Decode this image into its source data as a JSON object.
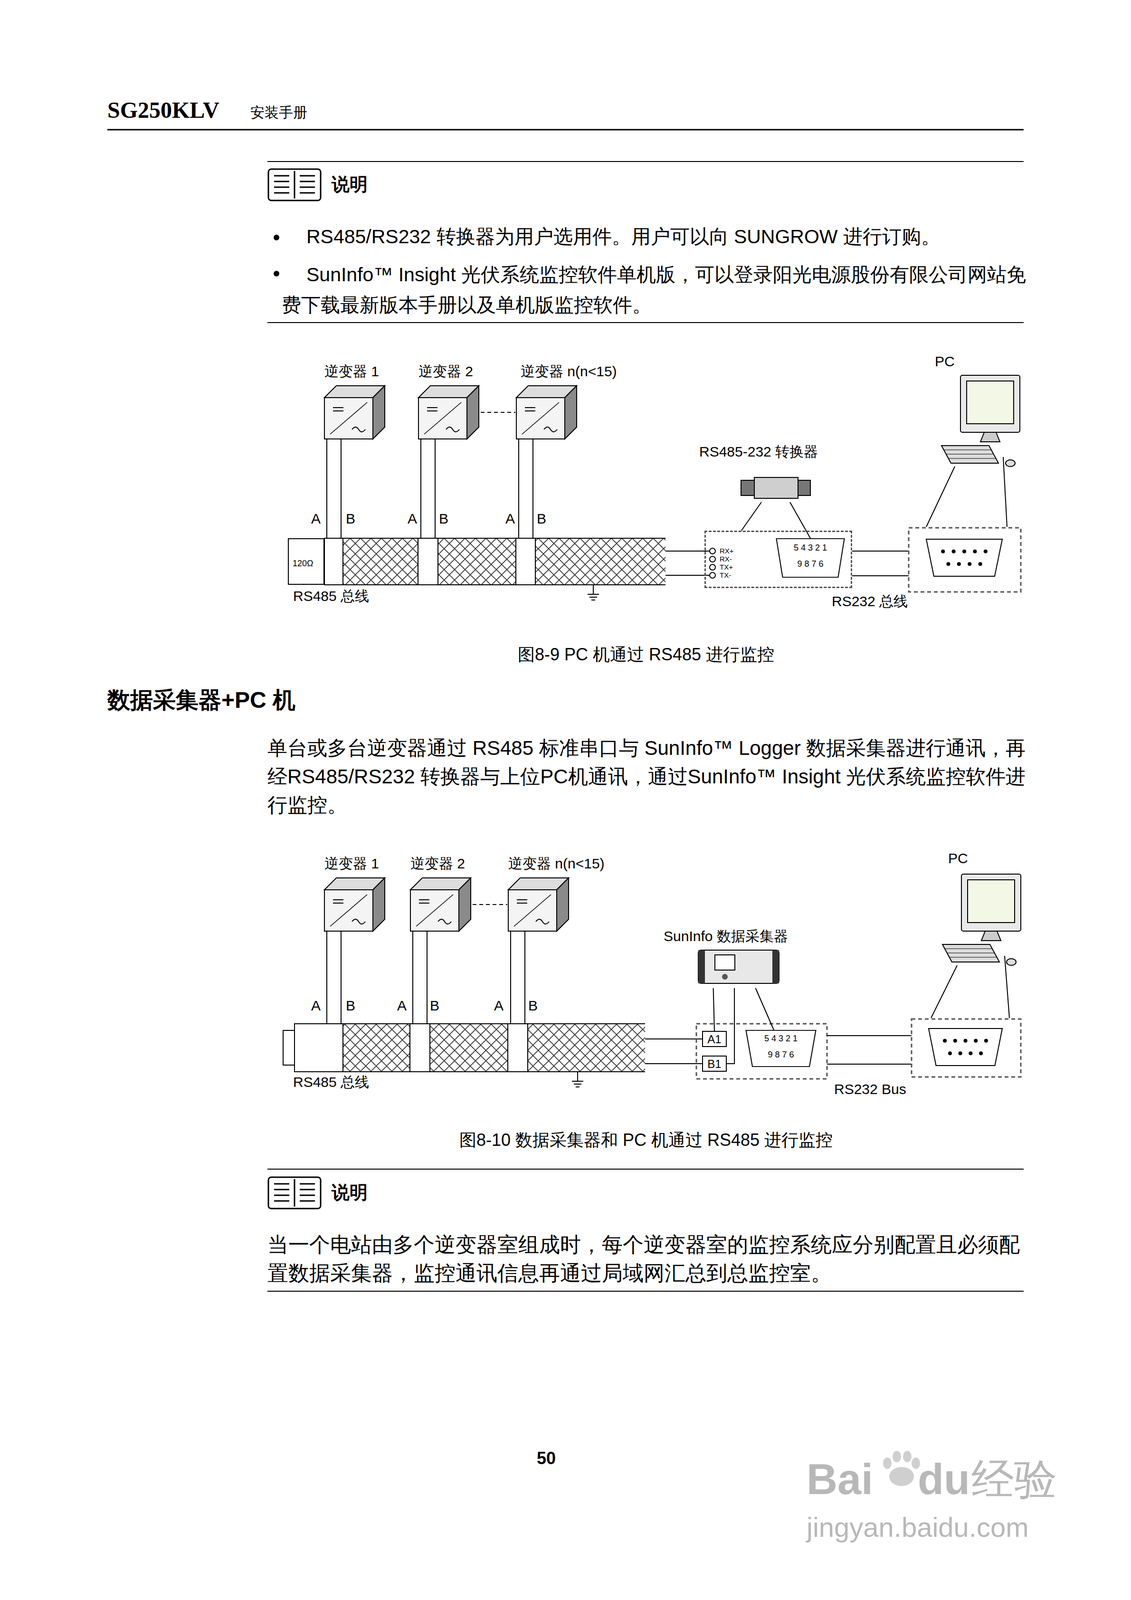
{
  "diagram": {
    "nodes": [
      {
        "text": [
          "逆变器 1"
        ]
      },
      {
        "text": [
          "逆变器 2"
        ]
      },
      {
        "text": [
          "逆变器 n(n<15)"
        ]
      },
      {
        "text": [
          "120Ω"
        ]
      },
      {
        "text": [
          "RS485-232 转换器"
        ]
      },
      {
        "text": [
          "RX+",
          "RX-",
          "TX+",
          "TX-"
        ]
      },
      {
        "text": [
          "5 4 3 2 1",
          "9 8 7 6"
        ],
        "in": 5
      },
      {
        "text": [
          "PC"
        ]
      },
      {
        "text": [
          "逆变器 1"
        ]
      },
      {
        "text": [
          "逆变器 2"
        ]
      },
      {
        "text": [
          "逆变器 n(n<15)"
        ]
      },
      {
        "text": [
          "SunInfo 数据采集器"
        ]
      },
      {
        "text": [
          "A1"
        ]
      },
      {
        "text": [
          "B1"
        ]
      },
      {
        "text": [
          "5 4 3 2 1",
          "9 8 7 6"
        ]
      },
      {
        "text": [
          "PC"
        ]
      }
    ],
    "edges": [
      {
        "from": 4,
        "to": 5,
        "arrow": "none"
      },
      {
        "from": 4,
        "to": 6,
        "arrow": "none"
      },
      {
        "from": 11,
        "to": 12,
        "arrow": "none"
      },
      {
        "from": 11,
        "to": 13,
        "arrow": "none"
      },
      {
        "from": 11,
        "to": 14,
        "arrow": "none"
      }
    ],
    "labels": [
      "SG250KLV",
      "安装手册",
      "说明",
      "RS485/RS232 转换器为用户选用件。用户可以向 SUNGROW 进行订购。",
      "SunInfo™ Insight 光伏系统监控软件单机版，可以登录阳光电源股份有限公司网站免费下载最新版本手册以及单机版监控软件。",
      "A",
      "B",
      "A",
      "B",
      "A",
      "B",
      "RS485 总线",
      "RS232 总线",
      "图8-9  PC 机通过 RS485 进行监控",
      "数据采集器+PC 机",
      "单台或多台逆变器通过 RS485 标准串口与 SunInfo™ Logger 数据采集器进行通讯，再经RS485/RS232 转换器与上位PC机通讯，通过SunInfo™ Insight 光伏系统监控软件进行监控。",
      "A",
      "B",
      "A",
      "B",
      "A",
      "B",
      "RS485 总线",
      "RS232 Bus",
      "图8-10  数据采集器和 PC 机通过 RS485 进行监控",
      "说明",
      "当一个电站由多个逆变器室组成时，每个逆变器室的监控系统应分别配置且必须配置数据采集器，监控通讯信息再通过局域网汇总到总监控室。",
      "50",
      "Bai",
      "du",
      "经验",
      "jingyan.baidu.com"
    ]
  }
}
